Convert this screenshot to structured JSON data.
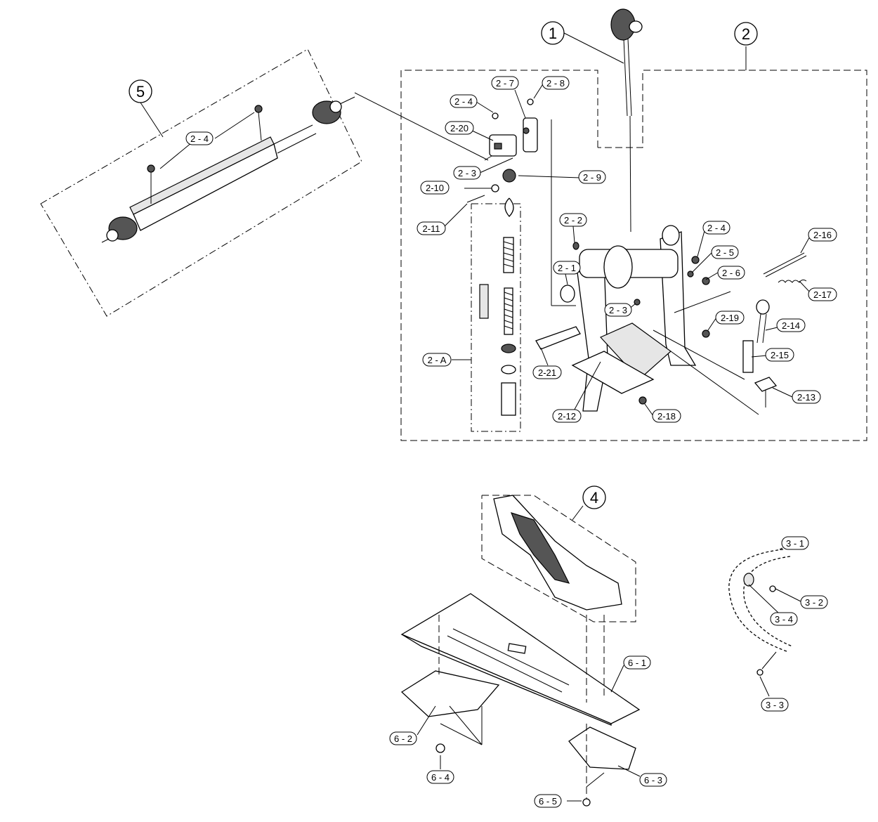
{
  "groups": {
    "g1": "1",
    "g2": "2",
    "g4": "4",
    "g5": "5"
  },
  "labels": {
    "2-4a": "2 - 4",
    "2-4b": "2 - 4",
    "2-4c": "2 - 4",
    "2-7": "2 - 7",
    "2-8": "2 - 8",
    "2-20": "2-20",
    "2-3a": "2 - 3",
    "2-3b": "2 - 3",
    "2-9": "2 - 9",
    "2-10": "2-10",
    "2-11": "2-11",
    "2-2": "2 - 2",
    "2-1": "2 - 1",
    "2-5": "2 - 5",
    "2-6": "2 - 6",
    "2-16": "2-16",
    "2-17": "2-17",
    "2-19": "2-19",
    "2-14": "2-14",
    "2-15": "2-15",
    "2-13": "2-13",
    "2-18": "2-18",
    "2-12": "2-12",
    "2-21": "2-21",
    "2-A": "2 - A",
    "3-1": "3 - 1",
    "3-2": "3 - 2",
    "3-3": "3 - 3",
    "3-4": "3 - 4",
    "6-1": "6 - 1",
    "6-2": "6 - 2",
    "6-3": "6 - 3",
    "6-4": "6 - 4",
    "6-5": "6 - 5"
  }
}
